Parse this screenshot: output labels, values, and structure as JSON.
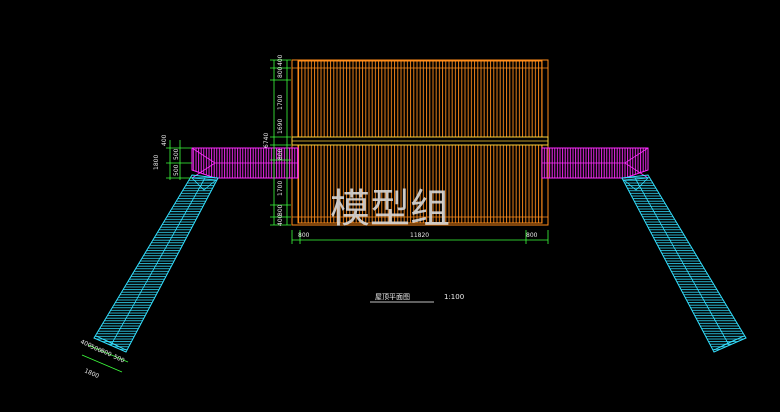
{
  "drawing": {
    "title": "屋顶平面图",
    "scale": "1:100",
    "watermark": "模型组"
  },
  "dimensions": {
    "left_top": "800",
    "left_400_top": "400",
    "left_1700": "1700",
    "left_6740": "6740",
    "left_1690": "1690",
    "left_800": "800",
    "left_1700b": "1700",
    "left_800b": "800",
    "left_400b": "400",
    "bottom_left": "800",
    "bottom_mid": "11820",
    "bottom_right": "800",
    "wing_1800": "1800",
    "wing_400": "400",
    "wing_500a": "500",
    "wing_500b": "500",
    "foot_400": "400",
    "foot_500a": "500",
    "foot_800": "800",
    "foot_500b": "500",
    "foot_1800": "1800"
  },
  "colors": {
    "background": "#000000",
    "main_roof": "#ff8c1a",
    "ridge": "#ffd23a",
    "wing": "#ff2cff",
    "slope_wing": "#33e0ff",
    "dimension": "#3cff3c",
    "text": "#e8e8e8"
  }
}
